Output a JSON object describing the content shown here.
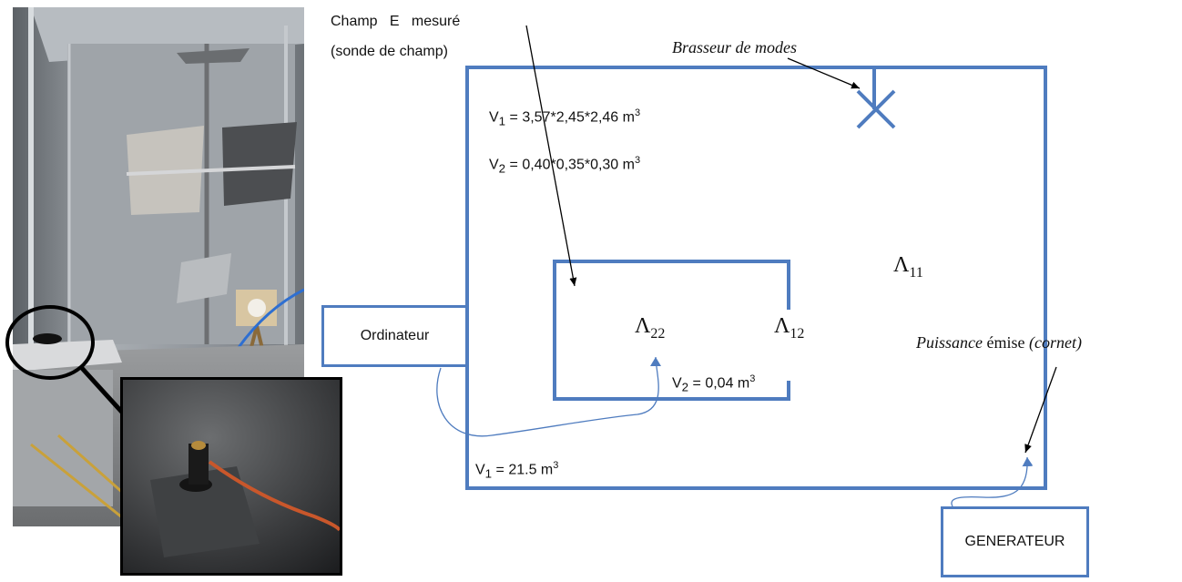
{
  "photo": {
    "left_desc_hidden": ""
  },
  "labels": {
    "champ_line1": "Champ   E   mesuré",
    "champ_line2": "(sonde de champ)",
    "brasseur": "Brasseur de modes",
    "v1_dims_pre": "V",
    "v1_dims_sub": "1",
    "v1_dims_post": " = 3,57*2,45*2,46 m",
    "v1_dims_sup": "3",
    "v2_dims_pre": "V",
    "v2_dims_sub": "2",
    "v2_dims_post": " = 0,40*0,35*0,30 m",
    "v2_dims_sup": "3",
    "lambda11_sym": "Λ",
    "lambda11_sub": "11",
    "lambda22_sym": "Λ",
    "lambda22_sub": "22",
    "lambda12_sym": "Λ",
    "lambda12_sub": "12",
    "v2_vol_pre": "V",
    "v2_vol_sub": "2",
    "v2_vol_post": " = 0,04 m",
    "v2_vol_sup": "3",
    "v1_vol_pre": "V",
    "v1_vol_sub": "1",
    "v1_vol_post": " = 21.5 m",
    "v1_vol_sup": "3",
    "puissance_a": "Puissance ",
    "puissance_b": "émise",
    "puissance_c": " (cornet)"
  },
  "boxes": {
    "ordinateur": "Ordinateur",
    "generateur": "GENERATEUR"
  },
  "colors": {
    "frame": "#4f7cbf",
    "arrow": "#000000"
  }
}
